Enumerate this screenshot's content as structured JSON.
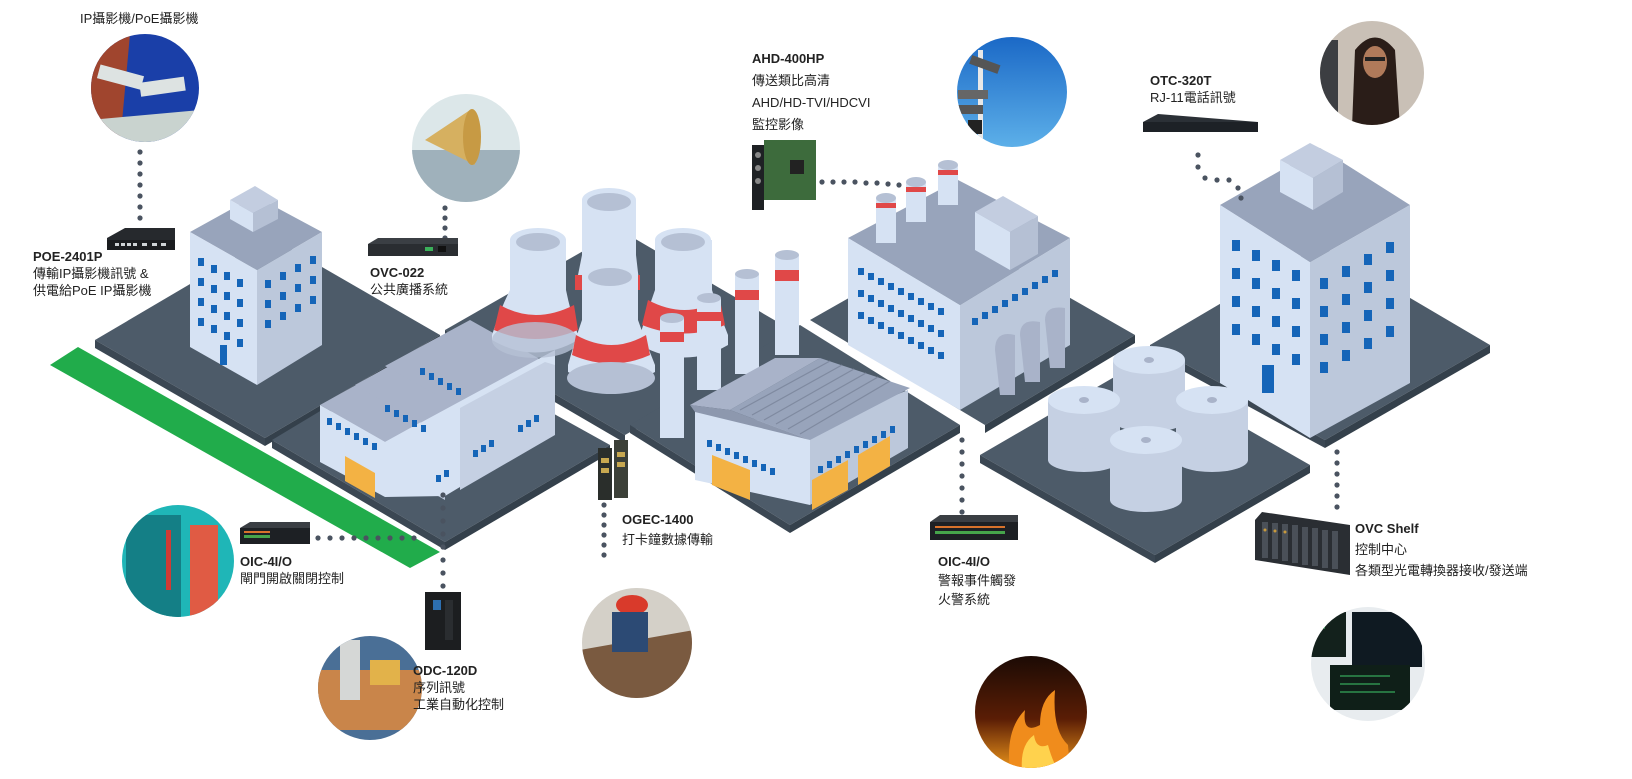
{
  "diagram": {
    "title_top_left": "IP攝影機/PoE攝影機",
    "callouts": [
      {
        "id": "poe2401p",
        "model": "POE-2401P",
        "lines": [
          "傳輸IP攝影機訊號 &",
          "供電給PoE IP攝影機"
        ],
        "photo": "ip-camera-photo",
        "device": "poe-switch"
      },
      {
        "id": "ovc022",
        "model": "OVC-022",
        "lines": [
          "公共廣播系統"
        ],
        "photo": "megaphone-photo",
        "device": "ovc-converter"
      },
      {
        "id": "ahd400hp",
        "model": "AHD-400HP",
        "lines": [
          "傳送類比高清",
          "AHD/HD-TVI/HDCVI",
          "監控影像"
        ],
        "photo": "cctv-pole-photo",
        "device": "ahd-card"
      },
      {
        "id": "otc320t",
        "model": "OTC-320T",
        "lines": [
          "RJ-11電話訊號"
        ],
        "photo": "phone-operator-photo",
        "device": "rack-unit"
      },
      {
        "id": "oic4io_gate",
        "model": "OIC-4I/O",
        "lines": [
          "閘門開啟關閉控制"
        ],
        "photo": "gate-photo",
        "device": "io-box"
      },
      {
        "id": "odc120d",
        "model": "ODC-120D",
        "lines": [
          "序列訊號",
          "工業自動化控制"
        ],
        "photo": "automation-photo",
        "device": "din-rail-unit"
      },
      {
        "id": "ogec1400",
        "model": "OGEC-1400",
        "lines": [
          "打卡鐘數據傳輸"
        ],
        "photo": "worker-photo",
        "device": "ogec-card"
      },
      {
        "id": "oic4io_fire",
        "model": "OIC-4I/O",
        "lines": [
          "警報事件觸發",
          "火警系統"
        ],
        "photo": "fire-photo",
        "device": "io-box"
      },
      {
        "id": "ovcshelf",
        "model": "OVC Shelf",
        "lines": [
          "控制中心",
          "各類型光電轉換器接收/發送端"
        ],
        "photo": "control-room-photo",
        "device": "shelf-chassis"
      }
    ],
    "buildings": [
      "office-building-left",
      "sawtooth-factory",
      "cooling-towers",
      "chimneys",
      "gable-warehouse",
      "main-factory",
      "storage-tanks",
      "office-building-right"
    ],
    "colors": {
      "ground": "#4d5b69",
      "ground_inner": "#3f4b57",
      "wall_light": "#d6e2f3",
      "wall_shade": "#bcc8db",
      "roof": "#98a4bb",
      "window": "#1565b8",
      "stripe_red": "#e04848",
      "door_orange": "#f3b244",
      "road_green": "#21ac4b",
      "dots": "#4a5360"
    }
  }
}
